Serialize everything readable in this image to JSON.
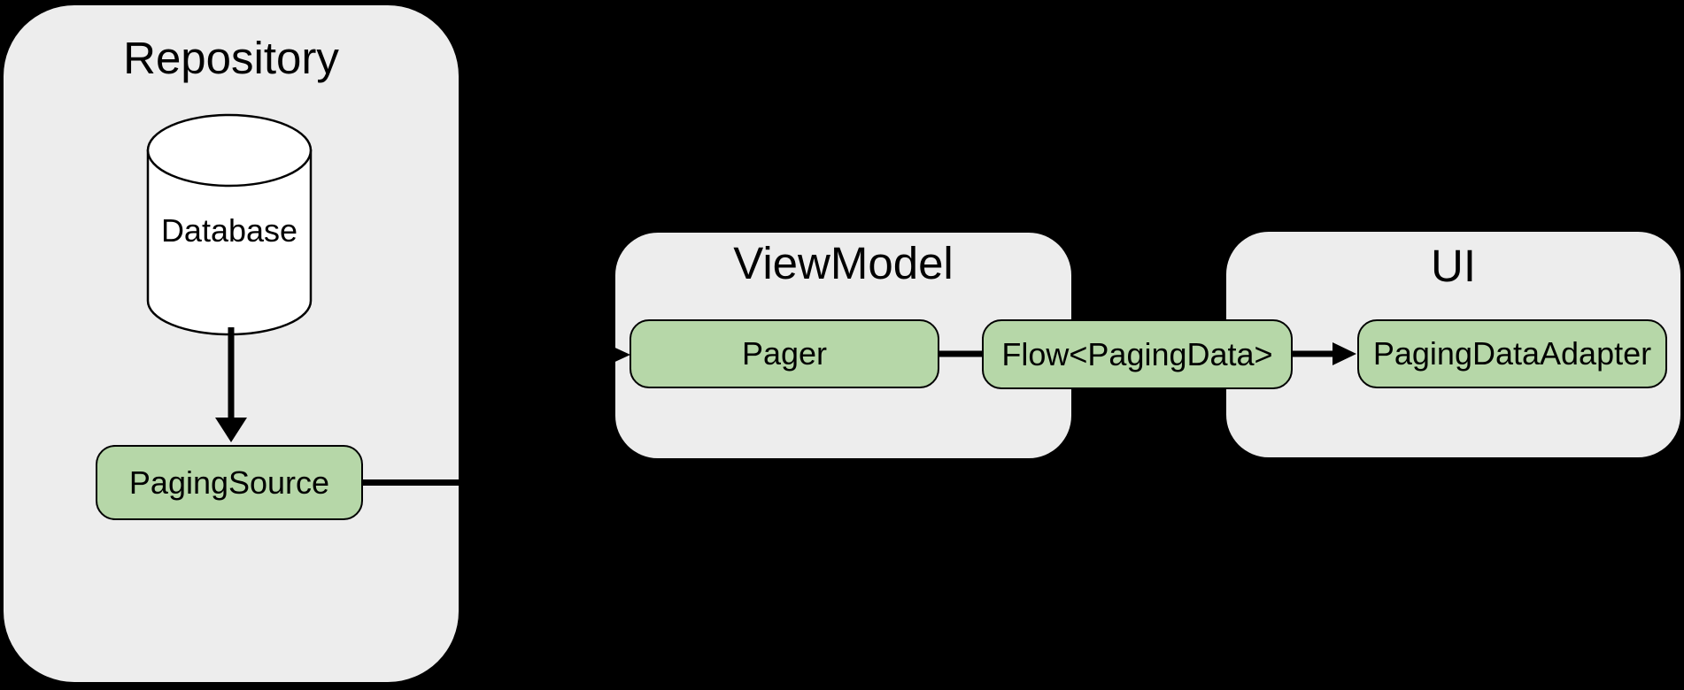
{
  "diagram": {
    "containers": [
      {
        "id": "repository",
        "title": "Repository"
      },
      {
        "id": "viewmodel",
        "title": "ViewModel"
      },
      {
        "id": "ui",
        "title": "UI"
      }
    ],
    "nodes": [
      {
        "id": "database",
        "label": "Database",
        "shape": "cylinder",
        "container": "repository"
      },
      {
        "id": "paging-source",
        "label": "PagingSource",
        "shape": "rounded-rect",
        "container": "repository"
      },
      {
        "id": "pager",
        "label": "Pager",
        "shape": "rounded-rect",
        "container": "viewmodel"
      },
      {
        "id": "flow-paging-data",
        "label": "Flow<PagingData>",
        "shape": "rounded-rect",
        "container": "viewmodel-ui-bridge"
      },
      {
        "id": "paging-data-adapter",
        "label": "PagingDataAdapter",
        "shape": "rounded-rect",
        "container": "ui"
      }
    ],
    "edges": [
      {
        "from": "database",
        "to": "paging-source",
        "style": "arrow"
      },
      {
        "from": "paging-source",
        "to": "pager",
        "style": "arrow"
      },
      {
        "from": "pager",
        "to": "flow-paging-data",
        "style": "line"
      },
      {
        "from": "flow-paging-data",
        "to": "paging-data-adapter",
        "style": "arrow"
      }
    ],
    "colors": {
      "background": "#000000",
      "container_fill": "#ededed",
      "node_fill": "#b6d7a8",
      "node_stroke": "#000000",
      "cylinder_fill": "#ffffff",
      "text": "#000000"
    }
  }
}
